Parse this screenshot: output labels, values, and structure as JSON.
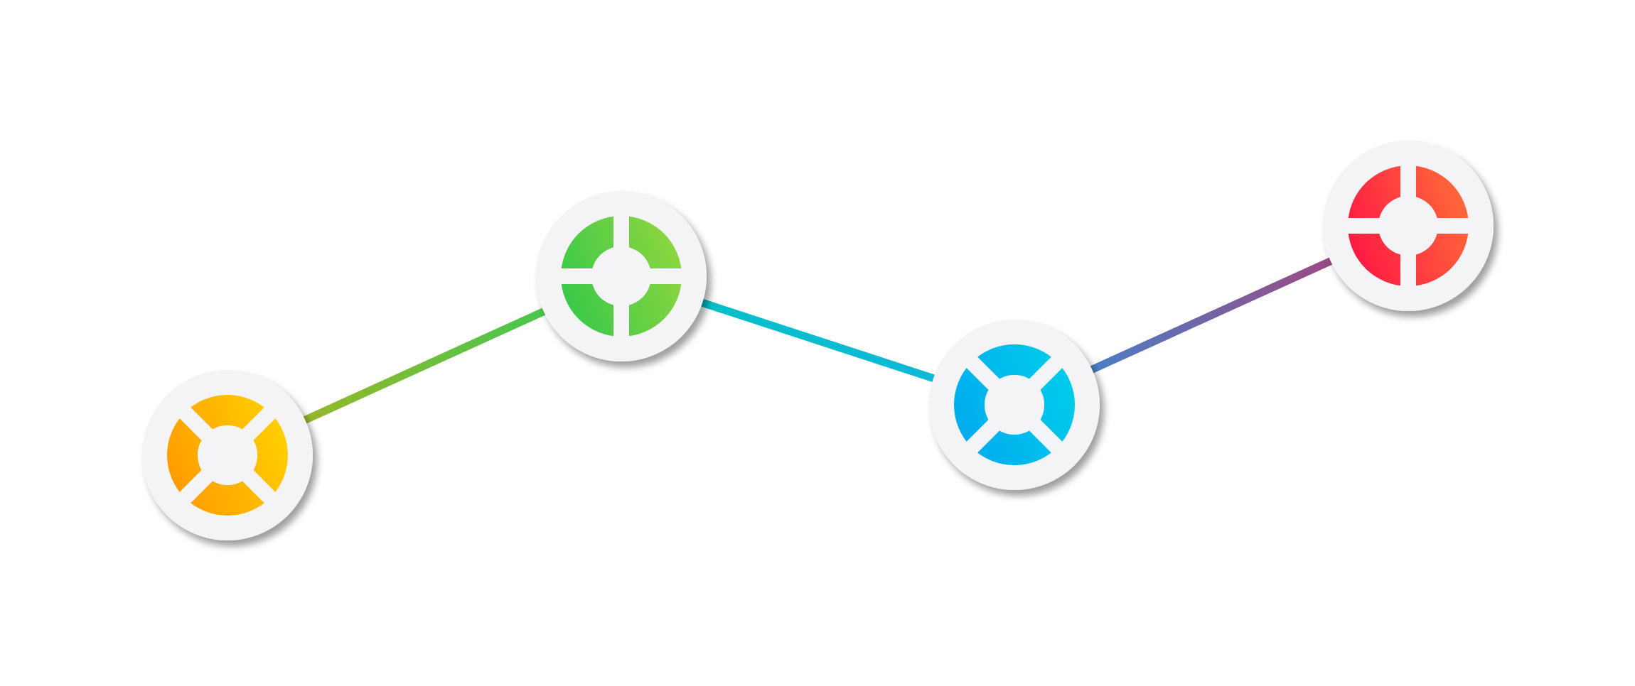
{
  "diagram": {
    "nodes": [
      {
        "id": "node-1",
        "icon": "lifebuoy-icon",
        "icon_variant": "diagonal-spokes",
        "colors": [
          "#FF9A00",
          "#FFD000"
        ],
        "node_fill": "#F4F4F6"
      },
      {
        "id": "node-2",
        "icon": "lifebuoy-icon",
        "icon_variant": "straight-spokes",
        "colors": [
          "#38C94A",
          "#8ED63E"
        ],
        "node_fill": "#F4F4F6"
      },
      {
        "id": "node-3",
        "icon": "lifebuoy-icon",
        "icon_variant": "diagonal-spokes",
        "colors": [
          "#00ABEE",
          "#00CCEA"
        ],
        "node_fill": "#F4F4F6"
      },
      {
        "id": "node-4",
        "icon": "lifebuoy-icon",
        "icon_variant": "straight-spokes",
        "colors": [
          "#FF1744",
          "#FF6A3A"
        ],
        "node_fill": "#F4F4F6"
      }
    ],
    "connectors": [
      {
        "from": "node-1",
        "to": "node-2",
        "colors": [
          "#AEB21E",
          "#2FCC58"
        ]
      },
      {
        "from": "node-2",
        "to": "node-3",
        "colors": [
          "#00C2C2",
          "#12B6DC"
        ]
      },
      {
        "from": "node-3",
        "to": "node-4",
        "colors": [
          "#2F8FDB",
          "#B7386E"
        ]
      }
    ]
  }
}
